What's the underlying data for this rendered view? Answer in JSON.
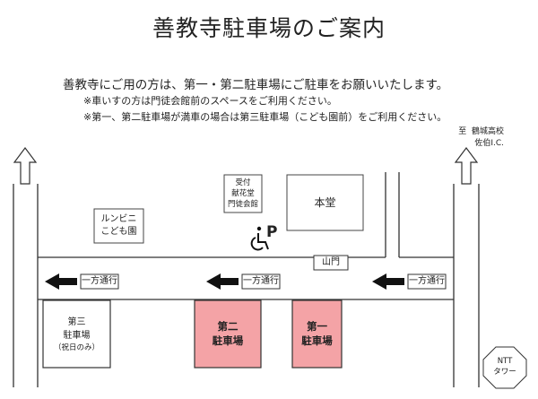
{
  "title": "善教寺駐車場のご案内",
  "intro": "善教寺にご用の方は、第一・第二駐車場にご駐車をお願いいたします。",
  "notes": [
    "※車いすの方は門徒会館前のスペースをご利用ください。",
    "※第一、第二駐車場が満車の場合は第三駐車場（こども園前）をご利用ください。"
  ],
  "direction_sign": {
    "prefix": "至",
    "line1": "鶴城高校",
    "line2": "佐伯I.C."
  },
  "buildings": {
    "kindergarten": {
      "line1": "ルンビニ",
      "line2": "こども園"
    },
    "reception": {
      "line1": "受付",
      "line2": "献花堂",
      "line3": "門徒会館"
    },
    "main_hall": "本堂",
    "gate": "山門",
    "ntt": {
      "line1": "NTT",
      "line2": "タワー"
    }
  },
  "one_way_label": "一方通行",
  "parking": {
    "third": {
      "line1": "第三",
      "line2": "駐車場",
      "note": "（祝日のみ）"
    },
    "second": {
      "line1": "第二",
      "line2": "駐車場"
    },
    "first": {
      "line1": "第一",
      "line2": "駐車場"
    }
  },
  "accessible_mark": "P",
  "colors": {
    "parking_fill": "#f4a3a6",
    "line": "#333333"
  }
}
